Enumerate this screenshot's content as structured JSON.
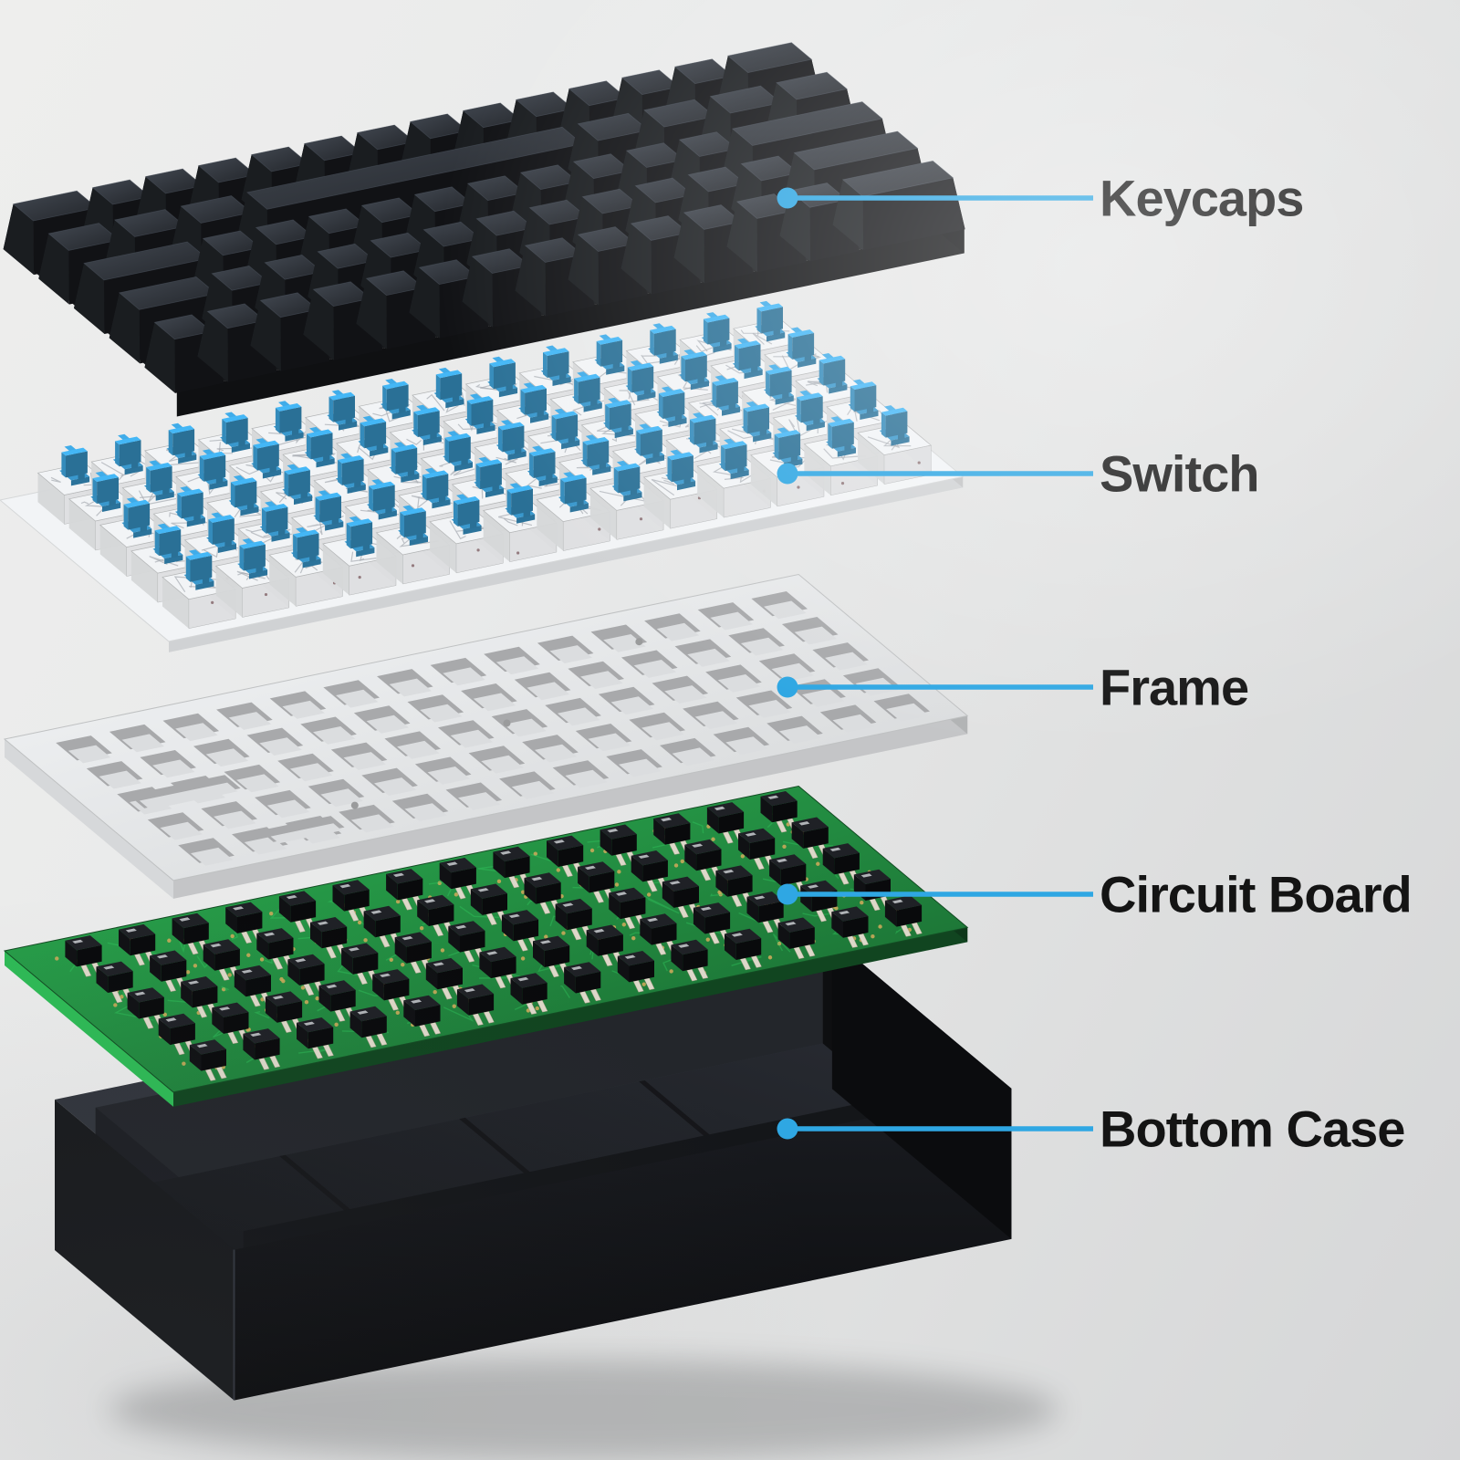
{
  "diagram": {
    "labels": [
      {
        "id": "keycaps",
        "text": "Keycaps"
      },
      {
        "id": "switch",
        "text": "Switch"
      },
      {
        "id": "frame",
        "text": "Frame"
      },
      {
        "id": "circuit-board",
        "text": "Circuit Board"
      },
      {
        "id": "bottom-case",
        "text": "Bottom Case"
      }
    ],
    "colors": {
      "accent": "#2FA7E3",
      "label_text": "#141414",
      "background_light": "#ededec",
      "background_dark": "#d5d6d7",
      "keycap": "#2c3036",
      "switch_body": "#f2f4f6",
      "switch_stem": "#3FA9E4",
      "frame": "#e9ebed",
      "pcb": "#228a40",
      "pcb_component": "#1b1d21",
      "pcb_pad_gold": "#c8a85a",
      "case": "#191b1f"
    }
  }
}
